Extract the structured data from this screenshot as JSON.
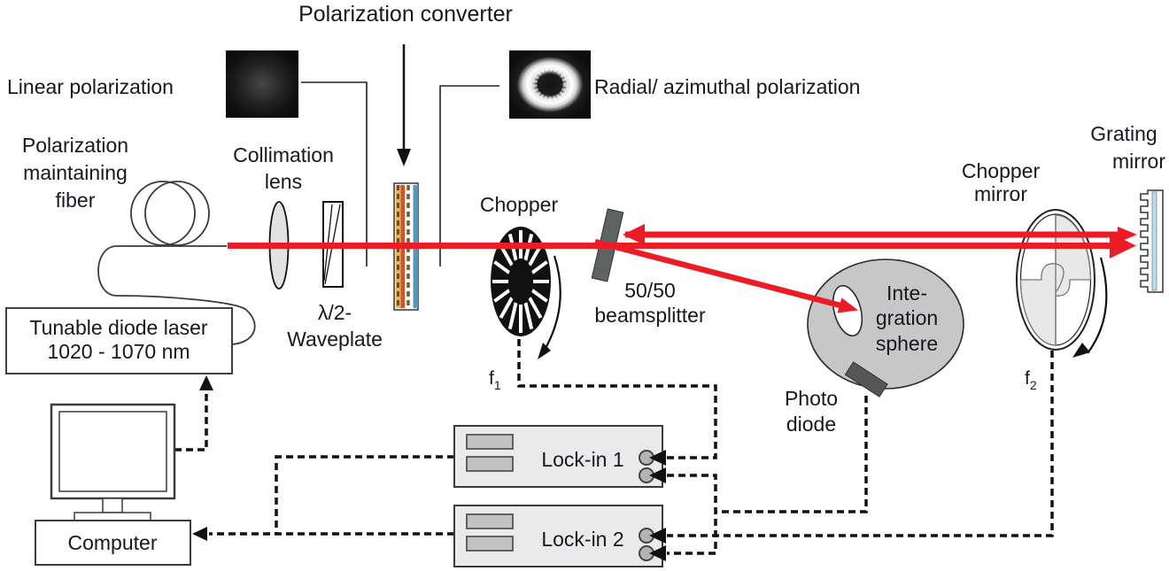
{
  "figure": {
    "title": "Polarization converter",
    "beam_profiles": {
      "linear_label": "Linear polarization",
      "radial_label": "Radial/ azimuthal polarization"
    },
    "source": {
      "fiber": {
        "line1": "Polarization",
        "line2": "maintaining",
        "line3": "fiber"
      },
      "laser": {
        "line1": "Tunable diode laser",
        "line2": "1020 - 1070 nm"
      }
    },
    "optics": {
      "collimation": {
        "line1": "Collimation",
        "line2": "lens"
      },
      "waveplate": {
        "line1": "λ/2-",
        "line2": "Waveplate"
      },
      "chopper": {
        "label": "Chopper",
        "freq_symbol": "f",
        "freq_sub": "1"
      },
      "beamsplitter": {
        "line1": "50/50",
        "line2": "beamsplitter"
      },
      "integration_sphere": {
        "line1": "Inte-",
        "line2": "gration",
        "line3": "sphere"
      },
      "photo_diode": {
        "line1": "Photo",
        "line2": "diode"
      },
      "chopper_mirror": {
        "line1": "Chopper",
        "line2": "mirror",
        "freq_symbol": "f",
        "freq_sub": "2"
      },
      "grating_mirror": {
        "line1": "Grating",
        "line2": "mirror"
      }
    },
    "electronics": {
      "lockin1": "Lock-in 1",
      "lockin2": "Lock-in 2",
      "computer": "Computer"
    },
    "colors": {
      "beam": "#ed1c24",
      "sphere_fill": "#c7c7c7",
      "element_dark": "#5d6462",
      "box_fill": "#eaeaea",
      "converter_blue": "#4b98c9",
      "converter_orange": "#d4512c",
      "converter_yellow": "#e8b54a",
      "grating_stripe": "#bcdde8"
    }
  }
}
